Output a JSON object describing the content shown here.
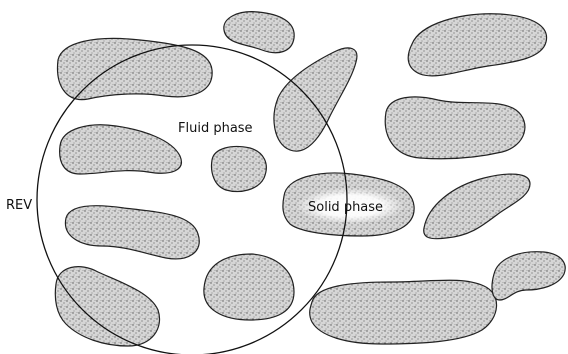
{
  "diagram": {
    "labels": {
      "rev": "REV",
      "fluid_phase": "Fluid phase",
      "solid_phase": "Solid phase"
    },
    "colors": {
      "background": "#ffffff",
      "grain_fill": "#cfcfcf",
      "grain_stroke": "#222222",
      "rev_circle_stroke": "#111111",
      "label_highlight": "#ffffff"
    }
  }
}
